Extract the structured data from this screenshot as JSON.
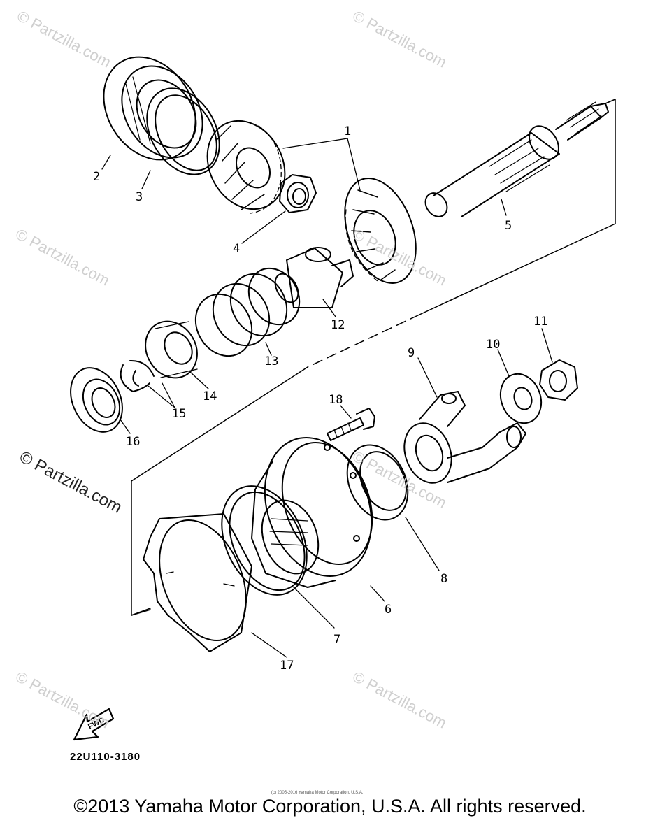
{
  "watermark": "Partzilla.com",
  "watermark_mark": "©",
  "callouts": {
    "c1": "1",
    "c2": "2",
    "c3": "3",
    "c4": "4",
    "c5": "5",
    "c6": "6",
    "c7": "7",
    "c8": "8",
    "c9": "9",
    "c10": "10",
    "c11": "11",
    "c12": "12",
    "c13": "13",
    "c14": "14",
    "c15": "15",
    "c16": "16",
    "c17": "17",
    "c18": "18"
  },
  "fwd_label": "FWD",
  "diagram_code": "22U110-3180",
  "small_copyright": "(c) 2005-2016 Yamaha Motor Corporation, U.S.A.",
  "footer_copyright": "©2013 Yamaha Motor Corporation, U.S.A. All rights reserved."
}
